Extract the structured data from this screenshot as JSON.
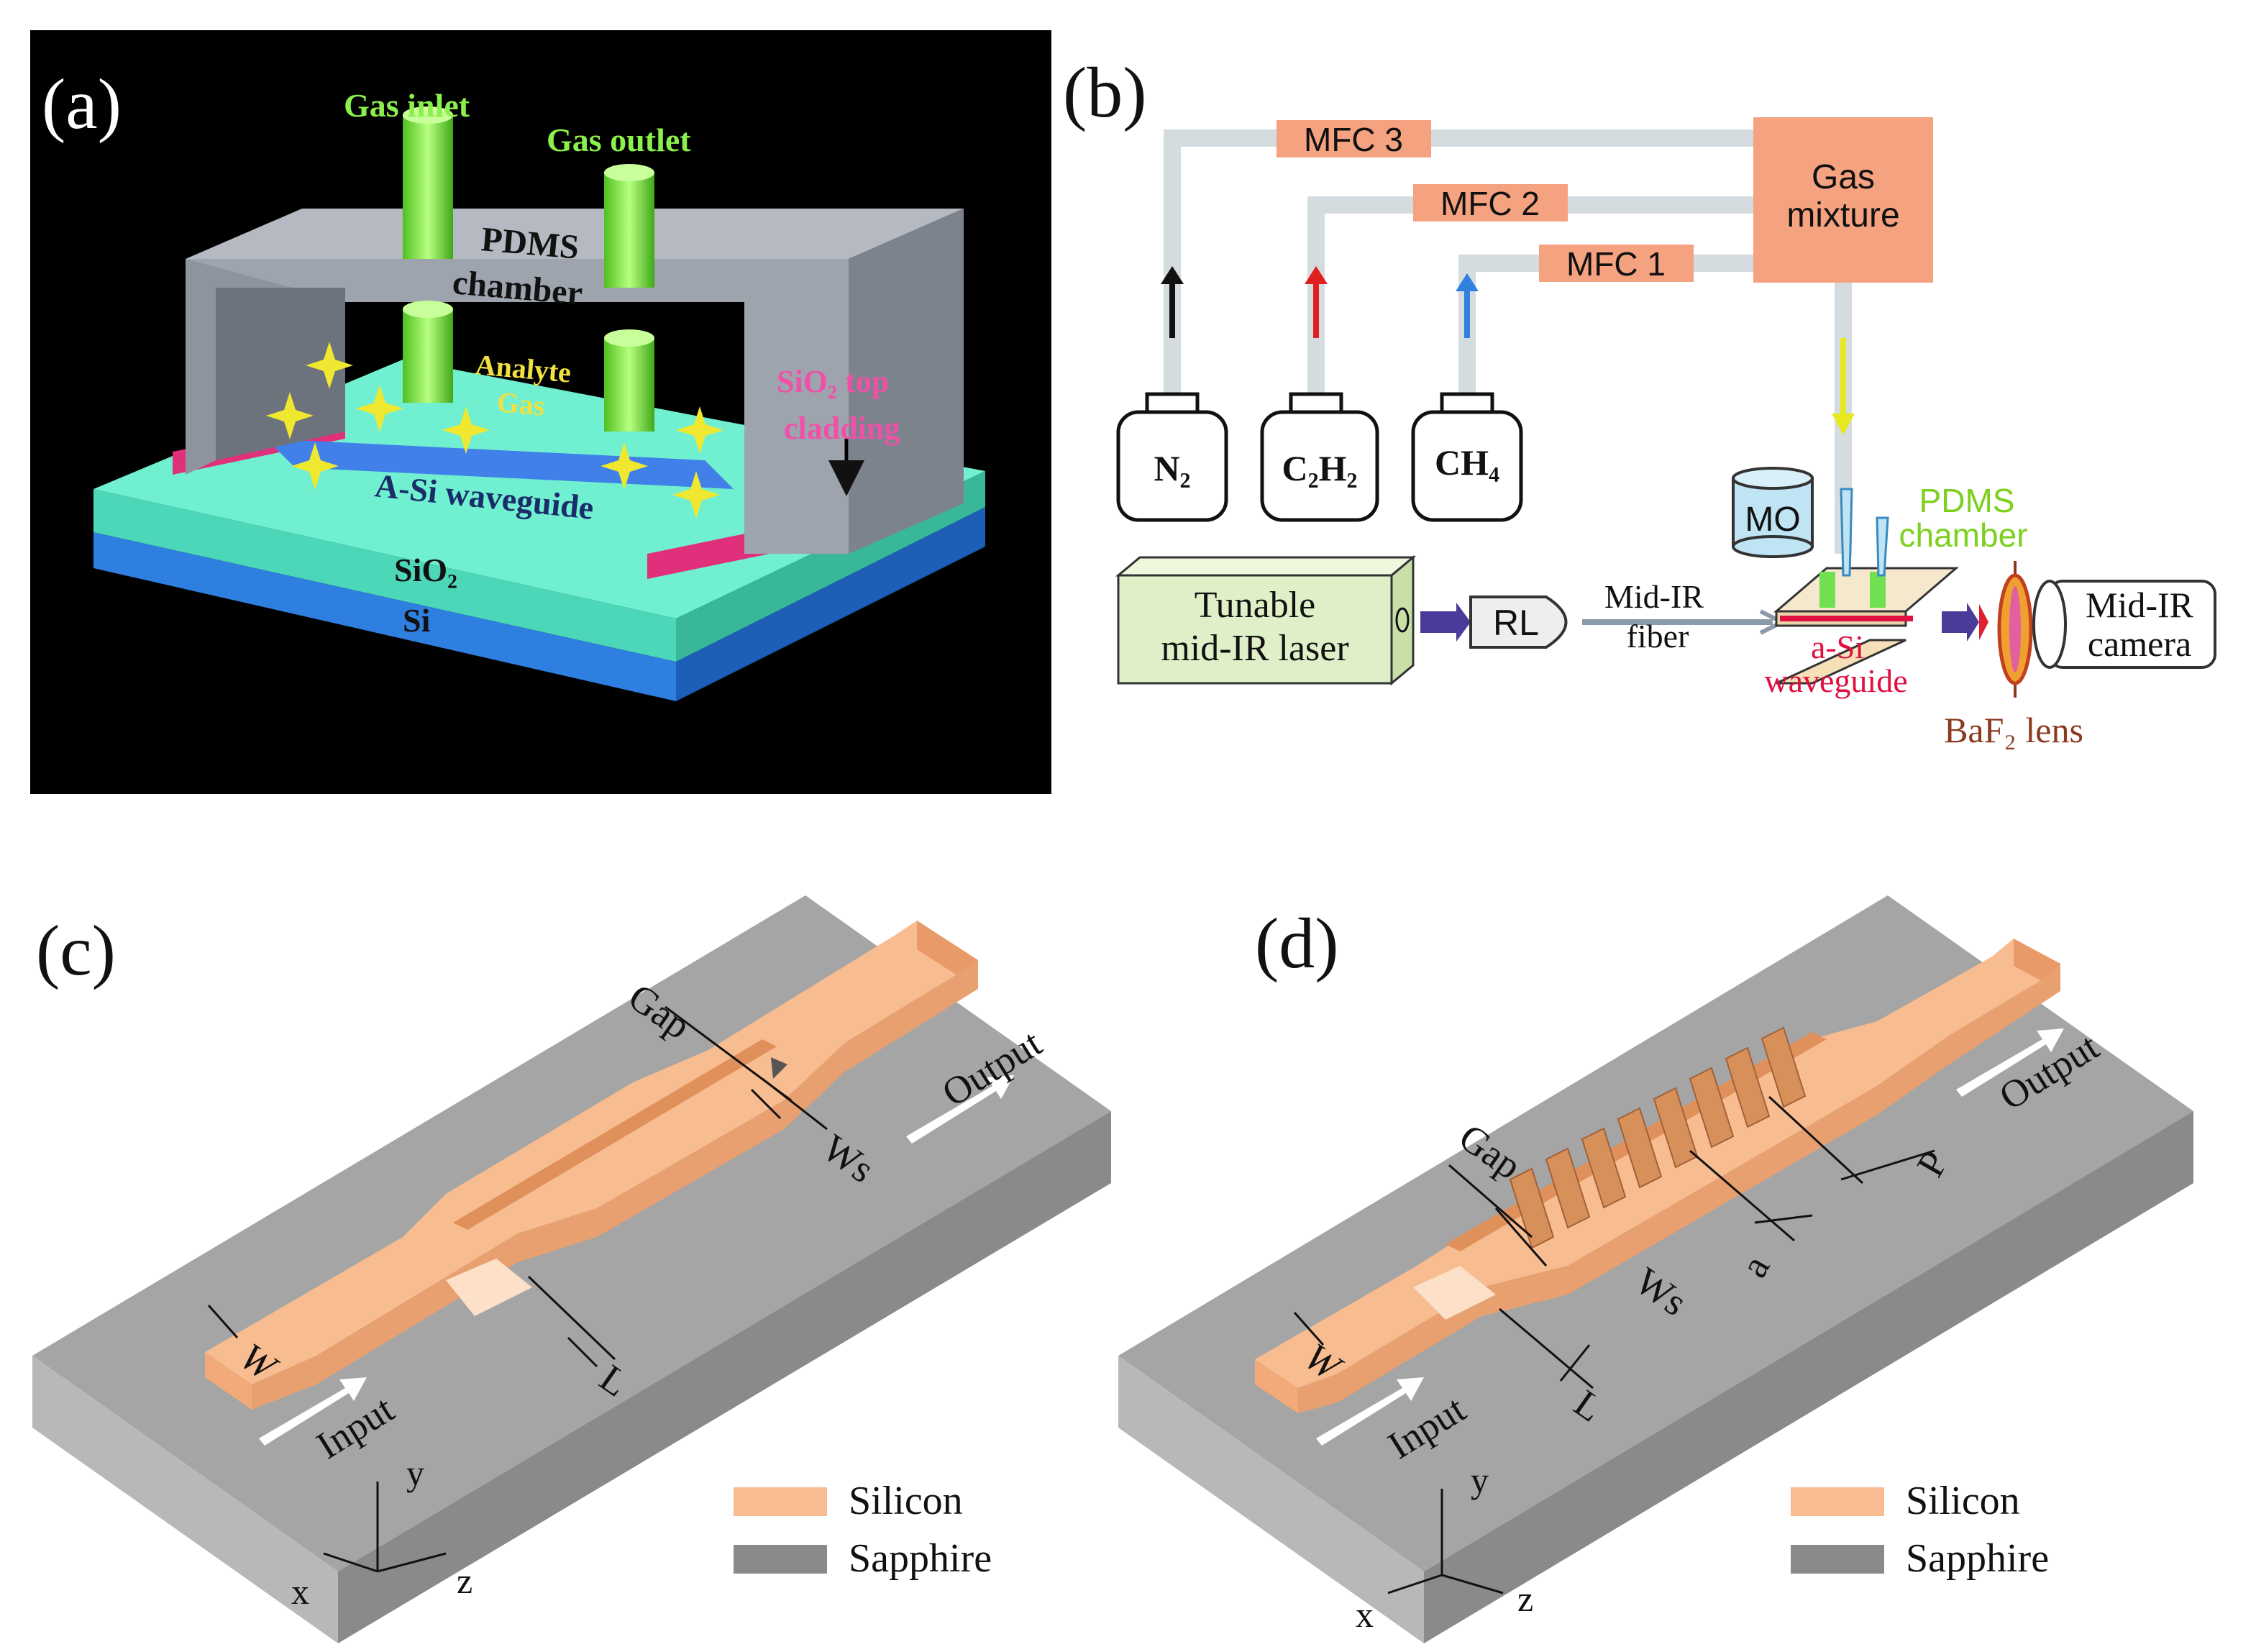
{
  "panels": {
    "a": {
      "letter": "(a)",
      "gas_inlet": "Gas inlet",
      "gas_outlet": "Gas outlet",
      "chamber_line1": "PDMS",
      "chamber_line2": "chamber",
      "analyte_line1": "Analyte",
      "analyte_line2": "Gas",
      "cladding_line1": "SiO₂ top",
      "cladding_line2": "cladding",
      "waveguide": "A-Si waveguide",
      "sio2": "SiO₂",
      "si": "Si",
      "colors": {
        "background": "#000000",
        "chamber": "#a3a8b3",
        "cylinder": "#7ef04a",
        "sio2": "#5fe8c8",
        "si": "#3d8ee8",
        "cladding": "#e8307a",
        "label_green": "#8cf04a",
        "label_yellow": "#f0e040",
        "label_pink": "#f050a8"
      }
    },
    "b": {
      "letter": "(b)",
      "mfc3": "MFC 3",
      "mfc2": "MFC 2",
      "mfc1": "MFC 1",
      "gas_mixture_line1": "Gas",
      "gas_mixture_line2": "mixture",
      "n2": "N₂",
      "c2h2": "C₂H₂",
      "ch4": "CH₄",
      "mo": "MO",
      "pdms_line1": "PDMS",
      "pdms_line2": "chamber",
      "laser_line1": "Tunable",
      "laser_line2": "mid-IR laser",
      "rl": "RL",
      "fiber_line1": "Mid-IR",
      "fiber_line2": "fiber",
      "asi_line1": "a-Si",
      "asi_line2": "waveguide",
      "lens": "BaF₂ lens",
      "camera_line1": "Mid-IR",
      "camera_line2": "camera",
      "colors": {
        "box": "#f5a280",
        "pipe": "#d4dce0",
        "laser_box": "#dff0c8",
        "arrow_red": "#e02020",
        "arrow_blue": "#3080e0",
        "arrow_yellow": "#e8e820",
        "pdms_text": "#7ed020",
        "asi_text": "#e01040",
        "lens_text": "#8b3a20"
      }
    },
    "c": {
      "letter": "(c)",
      "gap": "Gap",
      "ws": "Ws",
      "w": "W",
      "l": "L",
      "input": "Input",
      "output": "Output",
      "axis_x": "x",
      "axis_y": "y",
      "axis_z": "z"
    },
    "d": {
      "letter": "(d)",
      "gap": "Gap",
      "ws": "Ws",
      "w": "W",
      "l": "L",
      "a": "a",
      "p": "P",
      "input": "Input",
      "output": "Output",
      "axis_x": "x",
      "axis_y": "y",
      "axis_z": "z"
    }
  },
  "legend": {
    "silicon": "Silicon",
    "sapphire": "Sapphire"
  },
  "colors": {
    "silicon": "#f7bc8f",
    "sapphire": "#a0a0a0",
    "substrate_side": "#8c8c8c",
    "substrate_front": "#b4b4b4"
  }
}
